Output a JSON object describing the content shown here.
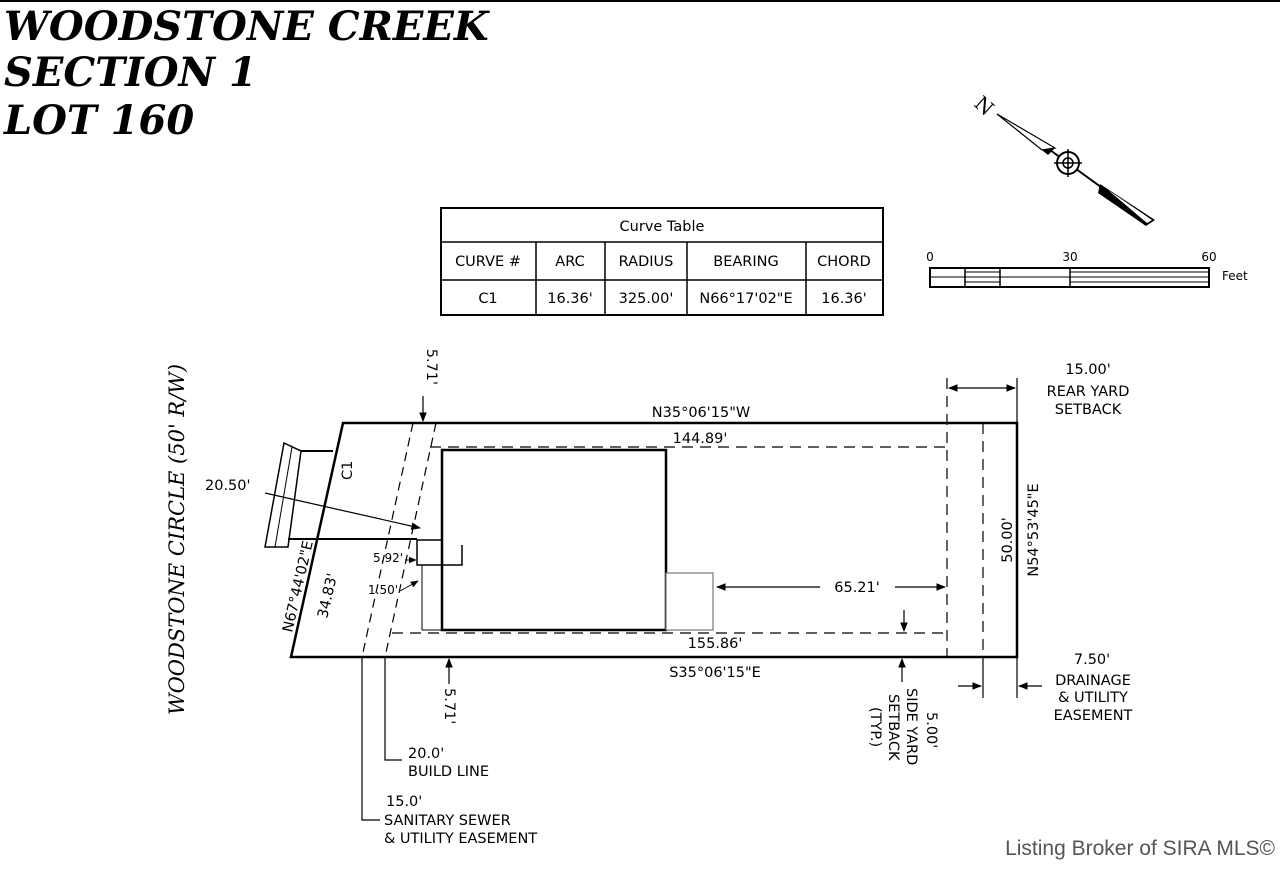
{
  "title": {
    "line1": "WOODSTONE CREEK",
    "line2": "SECTION 1",
    "line3": "LOT 160"
  },
  "curve_table": {
    "title": "Curve Table",
    "headers": [
      "CURVE #",
      "ARC",
      "RADIUS",
      "BEARING",
      "CHORD"
    ],
    "rows": [
      [
        "C1",
        "16.36'",
        "325.00'",
        "N66°17'02\"E",
        "16.36'"
      ]
    ]
  },
  "north_arrow": {
    "label": "N"
  },
  "scale": {
    "tick0": "0",
    "tick30": "30",
    "tick60": "60",
    "unit": "Feet"
  },
  "street": {
    "label": "WOODSTONE CIRCLE (50' R/W)"
  },
  "plat": {
    "curve_label": "C1",
    "north_line_bearing": "N35°06'15\"W",
    "south_line_bearing": "S35°06'15\"E",
    "north_setback_length": "144.89'",
    "south_setback_length": "155.86'",
    "rear_width": "50.00'",
    "rear_bearing": "N54°53'45\"E",
    "front_bearing": "N67°44'02\"E",
    "front_length": "34.83'",
    "dim_20_50": "20.50'",
    "dim_5_71_top": "5.71'",
    "dim_5_71_bottom": "5.71'",
    "dim_5_92": "5.92'",
    "dim_1_50": "1.50'",
    "dim_65_21": "65.21'",
    "rear_setback": {
      "value": "15.00'",
      "line1": "REAR YARD",
      "line2": "SETBACK"
    },
    "drainage_easement": {
      "value": "7.50'",
      "line1": "DRAINAGE",
      "line2": "& UTILITY",
      "line3": "EASEMENT"
    },
    "side_setback": {
      "value": "5.00'",
      "line1": "SIDE YARD",
      "line2": "SETBACK",
      "line3": "(TYP.)"
    },
    "build_line": {
      "value": "20.0'",
      "label": "BUILD LINE"
    },
    "sewer_easement": {
      "value": "15.0'",
      "line1": "SANITARY SEWER",
      "line2": "& UTILITY EASEMENT"
    }
  },
  "watermark": "Listing Broker of SIRA MLS©"
}
